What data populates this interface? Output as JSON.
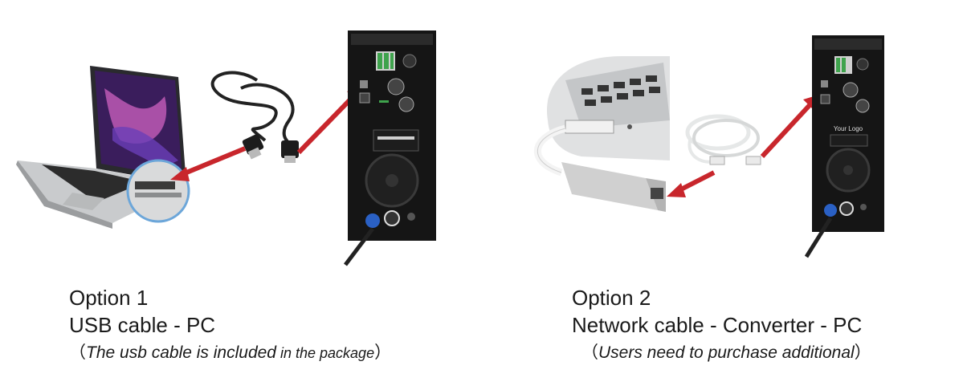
{
  "option1": {
    "title": "Option 1",
    "subtitle": "USB cable - PC",
    "note_open": "（",
    "note_main": "The usb cable is included",
    "note_rest": " in the package",
    "note_close": "）"
  },
  "option2": {
    "title": "Option 2",
    "subtitle": "Network cable - Converter - PC",
    "note_open": "（",
    "note_main": "Users need to purchase additional",
    "note_close": "）",
    "amp_logo_text": "Your Logo"
  },
  "colors": {
    "arrow": "#c8262c",
    "amp_body": "#151515",
    "laptop_silver": "#c9cbcd",
    "converter": "#dcdcdc",
    "network_cable": "#e6e8e8"
  }
}
